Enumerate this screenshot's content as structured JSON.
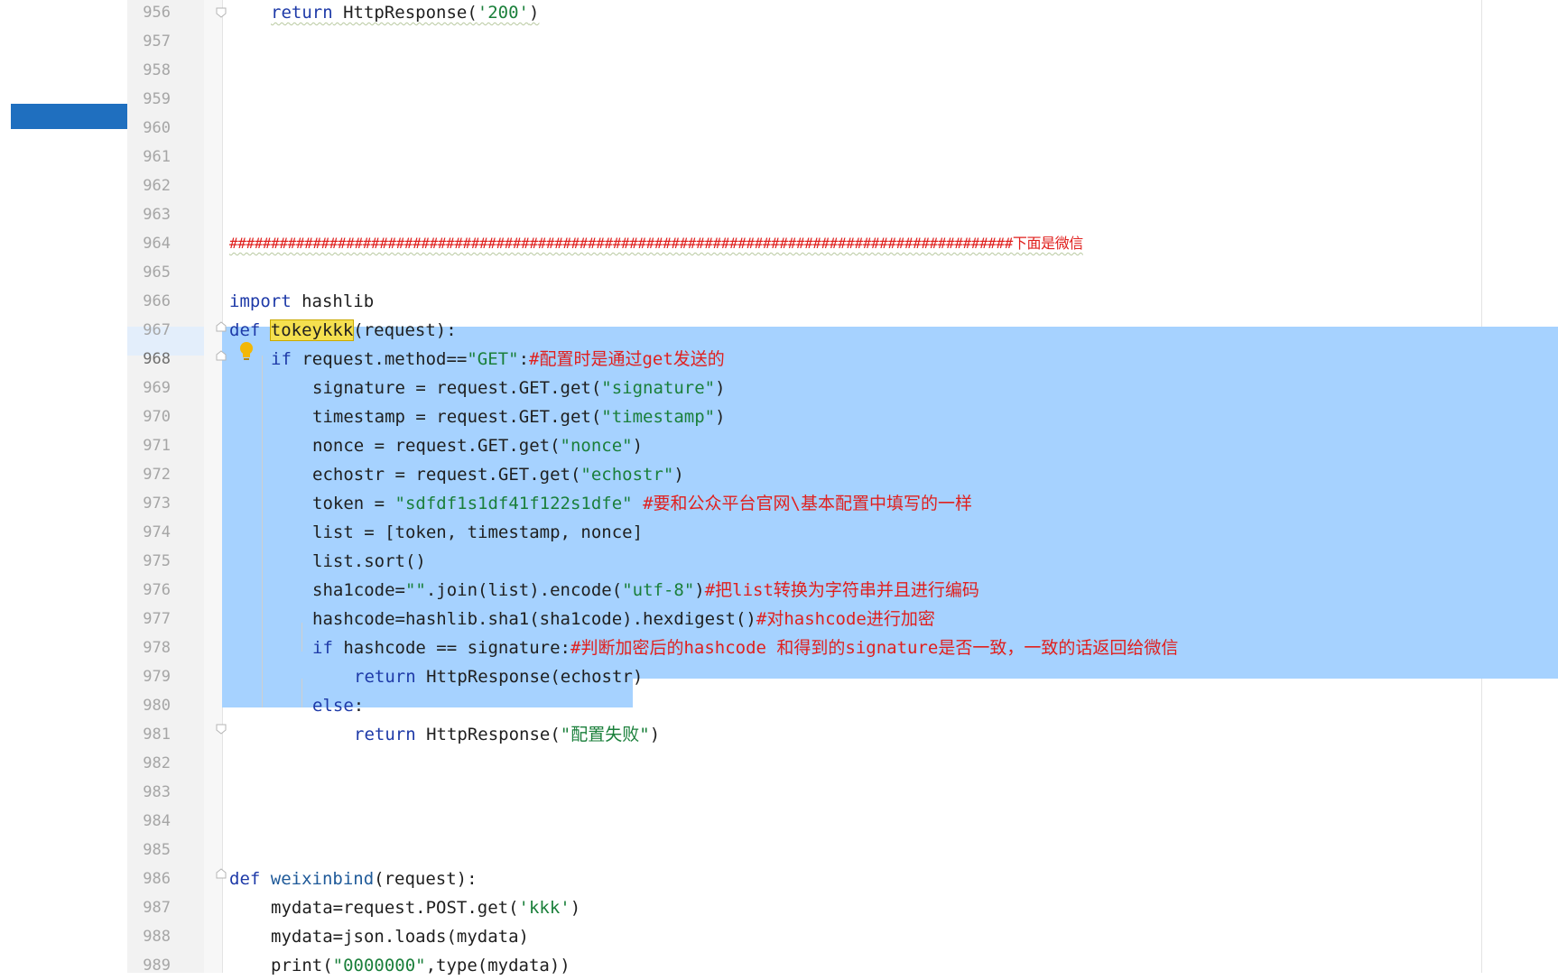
{
  "lines": [
    {
      "num": "956"
    },
    {
      "num": "957"
    },
    {
      "num": "958"
    },
    {
      "num": "959"
    },
    {
      "num": "960"
    },
    {
      "num": "961"
    },
    {
      "num": "962"
    },
    {
      "num": "963"
    },
    {
      "num": "964"
    },
    {
      "num": "965"
    },
    {
      "num": "966"
    },
    {
      "num": "967"
    },
    {
      "num": "968"
    },
    {
      "num": "969"
    },
    {
      "num": "970"
    },
    {
      "num": "971"
    },
    {
      "num": "972"
    },
    {
      "num": "973"
    },
    {
      "num": "974"
    },
    {
      "num": "975"
    },
    {
      "num": "976"
    },
    {
      "num": "977"
    },
    {
      "num": "978"
    },
    {
      "num": "979"
    },
    {
      "num": "980"
    },
    {
      "num": "981"
    },
    {
      "num": "982"
    },
    {
      "num": "983"
    },
    {
      "num": "984"
    },
    {
      "num": "985"
    },
    {
      "num": "986"
    },
    {
      "num": "987"
    },
    {
      "num": "988"
    },
    {
      "num": "989"
    }
  ],
  "code": {
    "l956": {
      "kw": "return",
      "rest": " HttpResponse(",
      "str": "'200'",
      "end": ")"
    },
    "l964": {
      "hashes": "##############################################################################################",
      "cmt": "下面是微信"
    },
    "l966": {
      "kw": "import",
      "rest": " hashlib"
    },
    "l967": {
      "kw": "def",
      "fn": "tokeykkk",
      "rest": "(request):"
    },
    "l968": {
      "kw": "if",
      "rest": " request.method==",
      "str": "\"GET\"",
      "punct": ":",
      "cmt": "#配置时是通过get发送的"
    },
    "l969": {
      "rest": "signature = request.GET.get(",
      "str": "\"signature\"",
      "end": ")"
    },
    "l970": {
      "rest": "timestamp = request.GET.get(",
      "str": "\"timestamp\"",
      "end": ")"
    },
    "l971": {
      "rest": "nonce = request.GET.get(",
      "str": "\"nonce\"",
      "end": ")"
    },
    "l972": {
      "rest": "echostr = request.GET.get(",
      "str": "\"echostr\"",
      "end": ")"
    },
    "l973": {
      "rest": "token = ",
      "str": "\"sdfdf1s1df41f122s1dfe\"",
      "cmt": " #要和公众平台官网\\基本配置中填写的一样"
    },
    "l974": {
      "rest": "list = [token, timestamp, nonce]"
    },
    "l975": {
      "rest": "list.sort()"
    },
    "l976": {
      "rest": "sha1code=",
      "str": "\"\"",
      "mid": ".join(list).encode(",
      "str2": "\"utf-8\"",
      "end": ")",
      "cmt": "#把list转换为字符串并且进行编码"
    },
    "l977": {
      "rest": "hashcode=hashlib.sha1(sha1code).hexdigest()",
      "cmt": "#对hashcode进行加密"
    },
    "l978": {
      "kw": "if",
      "rest": " hashcode == signature:",
      "cmt": "#判断加密后的hashcode 和得到的signature是否一致，一致的话返回给微信"
    },
    "l979": {
      "kw": "return",
      "rest": " HttpResponse(echostr)"
    },
    "l980": {
      "kw": "else",
      "rest": ":"
    },
    "l981": {
      "kw": "return",
      "rest": " HttpResponse(",
      "str": "\"配置失败\"",
      "end": ")"
    },
    "l986": {
      "kw": "def",
      "fn": "weixinbind",
      "rest": "(request):"
    },
    "l987": {
      "rest": "mydata=request.POST.get(",
      "str": "'kkk'",
      "end": ")"
    },
    "l988": {
      "rest": "mydata=json.loads(mydata)"
    },
    "l989": {
      "rest": "print(",
      "str": "\"0000000\"",
      "mid": ",type(mydata))"
    }
  },
  "colors": {
    "selection": "#a6d2ff",
    "keyword": "#1e3aa8",
    "string": "#1a7f3a",
    "comment": "#e0201e",
    "search_highlight": "#f5e04f"
  },
  "icons": {
    "fold": "fold-marker-icon",
    "intention": "lightbulb-icon"
  }
}
